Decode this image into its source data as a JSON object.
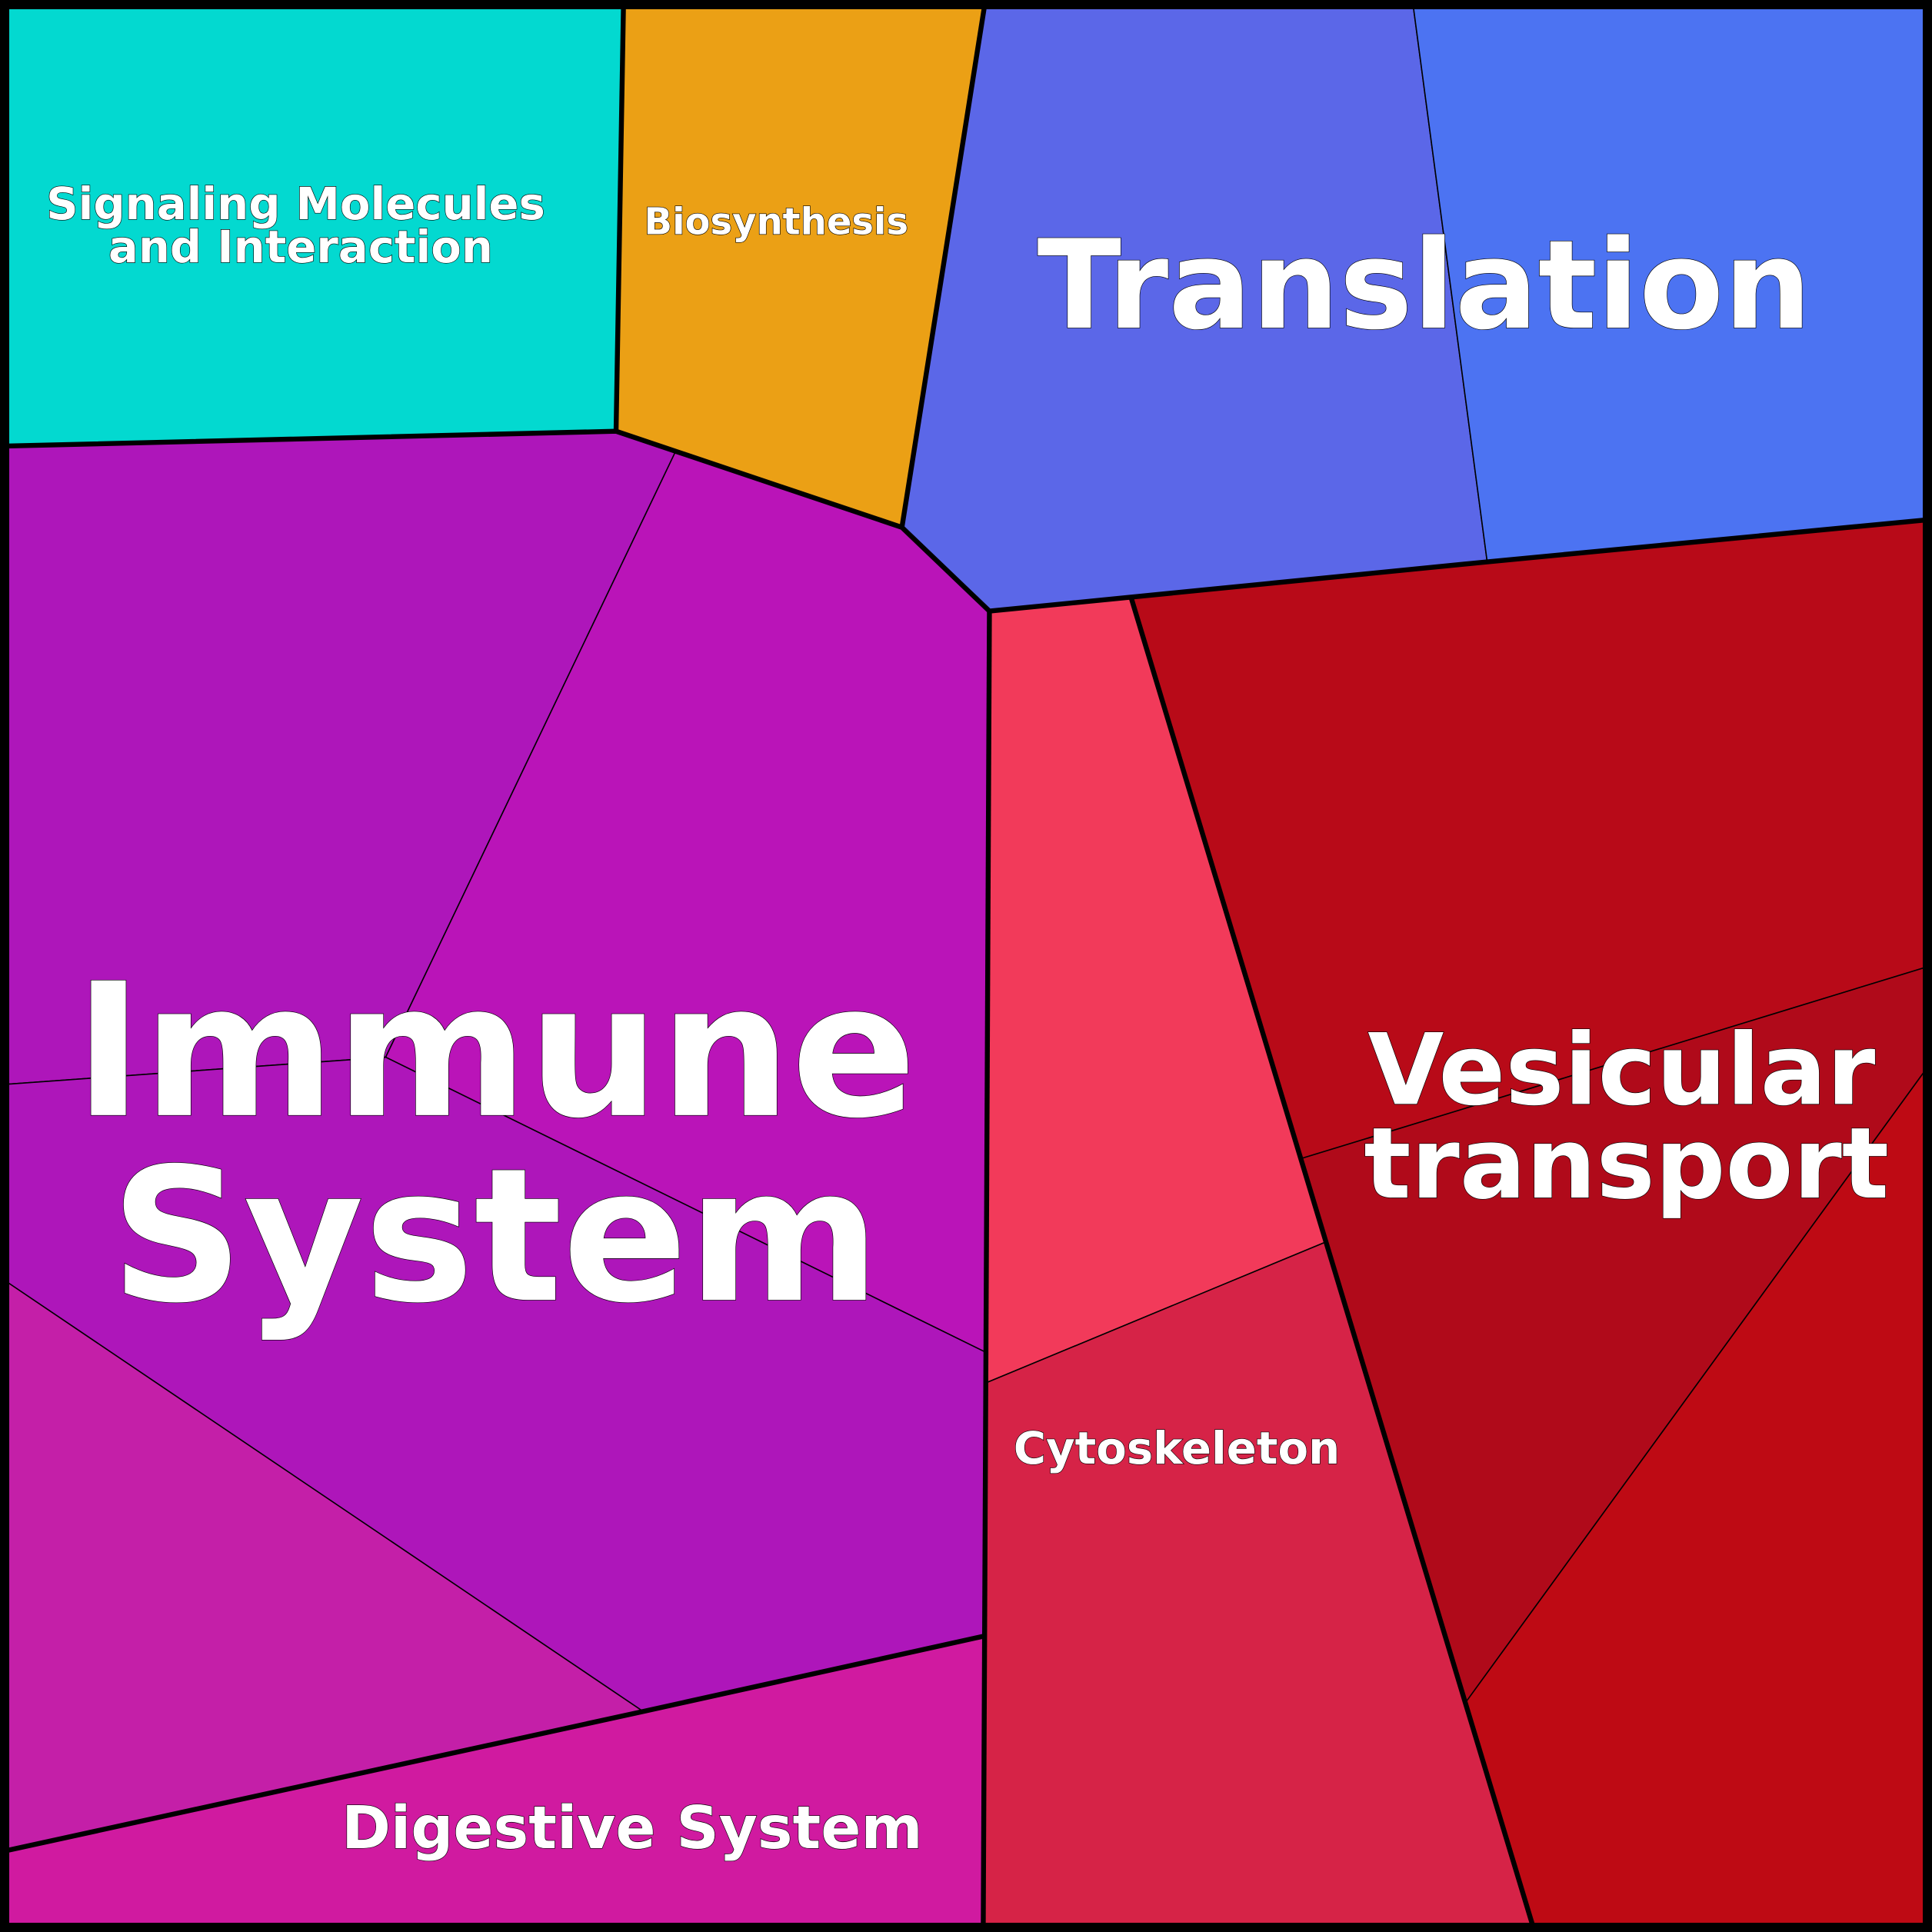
{
  "title": "Voronoi treemap of pathway categories",
  "colors": {
    "signaling": "#03D9D0",
    "biosynthesis": "#EBA015",
    "translation_a": "#5B67E8",
    "translation_b": "#4C73F2",
    "immune_a": "#AE16BA",
    "immune_b": "#BA14B8",
    "immune_d": "#C41FA8",
    "digestive": "#D01AA0",
    "cytoskeleton_a": "#F23A5A",
    "cytoskeleton_b": "#D62347",
    "vesicular_a": "#B80A18",
    "vesicular_b": "#B00A1A",
    "vesicular_c": "#BE0A14"
  },
  "labels": {
    "signaling_line1": "Signaling Molecules",
    "signaling_line2": "and Interaction",
    "biosynthesis": "Biosynthesis",
    "translation": "Translation",
    "immune_line1": "Immune",
    "immune_line2": "System",
    "vesicular_line1": "Vesicular",
    "vesicular_line2": "transport",
    "cytoskeleton": "Cytoskeleton",
    "digestive": "Digestive System"
  }
}
